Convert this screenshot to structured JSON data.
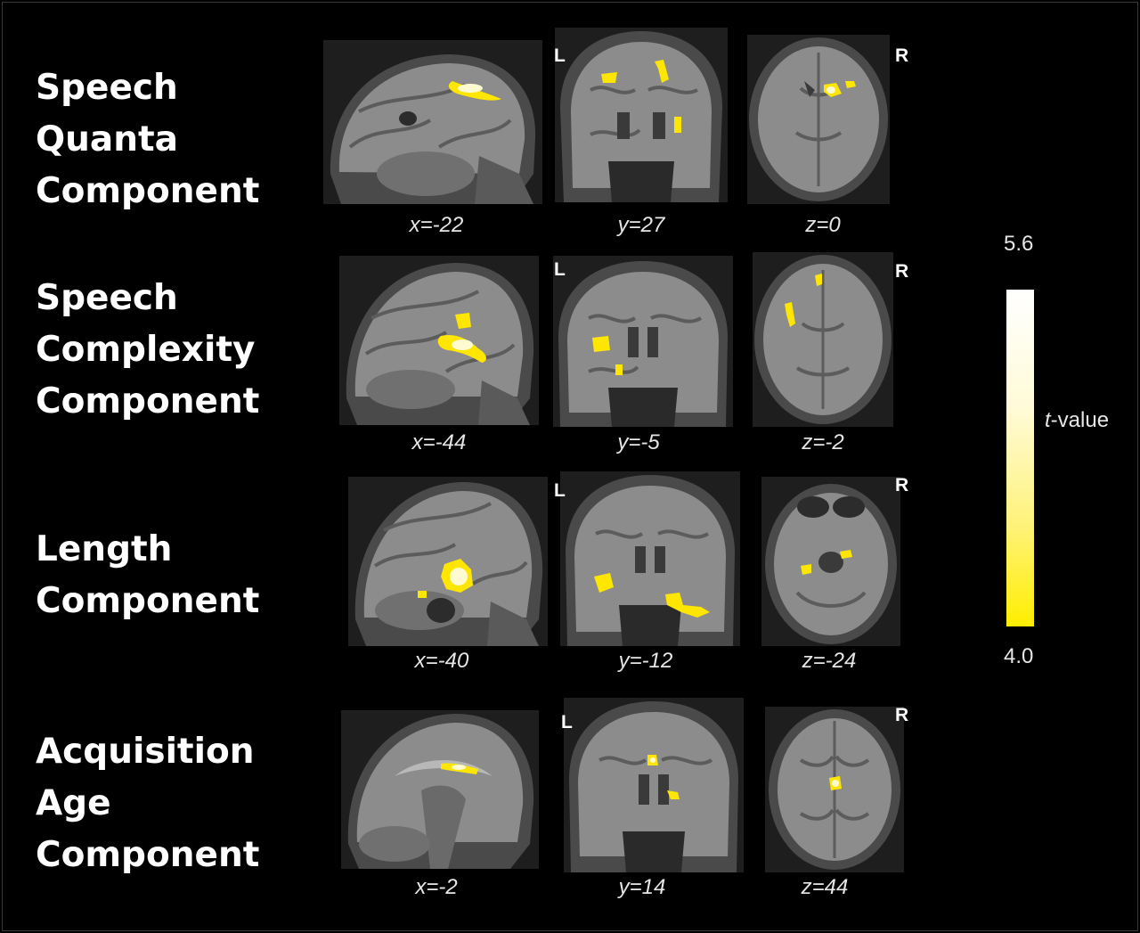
{
  "rows": [
    {
      "label_lines": [
        "Speech",
        "Quanta",
        "Component"
      ],
      "coords": [
        "x=-22",
        "y=27",
        "z=0"
      ],
      "left_marker": "L",
      "right_marker": "R"
    },
    {
      "label_lines": [
        "Speech",
        "Complexity",
        "Component"
      ],
      "coords": [
        "x=-44",
        "y=-5",
        "z=-2"
      ],
      "left_marker": "L",
      "right_marker": "R"
    },
    {
      "label_lines": [
        "Length",
        "Component"
      ],
      "coords": [
        "x=-40",
        "y=-12",
        "z=-24"
      ],
      "left_marker": "L",
      "right_marker": "R"
    },
    {
      "label_lines": [
        "Acquisition",
        "Age",
        "Component"
      ],
      "coords": [
        "x=-2",
        "y=14",
        "z=44"
      ],
      "left_marker": "L",
      "right_marker": "R"
    }
  ],
  "colorbar": {
    "max_label": "5.6",
    "min_label": "4.0",
    "axis_label_italic": "t",
    "axis_label_rest": "-value",
    "max_value": 5.6,
    "min_value": 4.0,
    "color_high": "#ffffff",
    "color_low": "#ffee00"
  },
  "colors": {
    "background": "#000000",
    "brain_gray": "#8c8c8c",
    "activation": "#ffe600"
  }
}
